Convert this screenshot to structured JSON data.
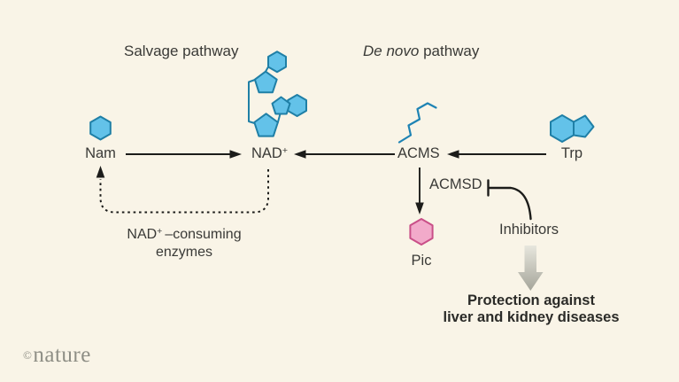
{
  "titles": {
    "salvage": "Salvage pathway",
    "de_novo_italic": "De novo",
    "de_novo_rest": "pathway"
  },
  "nodes": {
    "nam": "Nam",
    "nad_base": "NAD",
    "nad_sup": "+",
    "acms": "ACMS",
    "trp": "Trp",
    "pic": "Pic"
  },
  "enzyme": {
    "acmsd": "ACMSD",
    "inhibitors": "Inhibitors"
  },
  "feedback": {
    "nad_base": "NAD",
    "nad_sup": "+",
    "rest": "–consuming",
    "line2": "enzymes"
  },
  "outcome": {
    "line1": "Protection against",
    "line2": "liver and kidney diseases"
  },
  "footer": {
    "copyright": "©",
    "brand": "nature"
  },
  "colors": {
    "background": "#F9F4E7",
    "molecule_fill": "#63C2E9",
    "molecule_stroke": "#1F7FA6",
    "chain_stroke": "#1E83B4",
    "pic_fill": "#F2AACA",
    "pic_stroke": "#C94F88",
    "arrow": "#1C1C1A",
    "text": "#3A3A37",
    "block_arrow_top": "#E5E4DB",
    "block_arrow_bottom": "#A5A59A",
    "brand_gray": "#8E8E85"
  }
}
